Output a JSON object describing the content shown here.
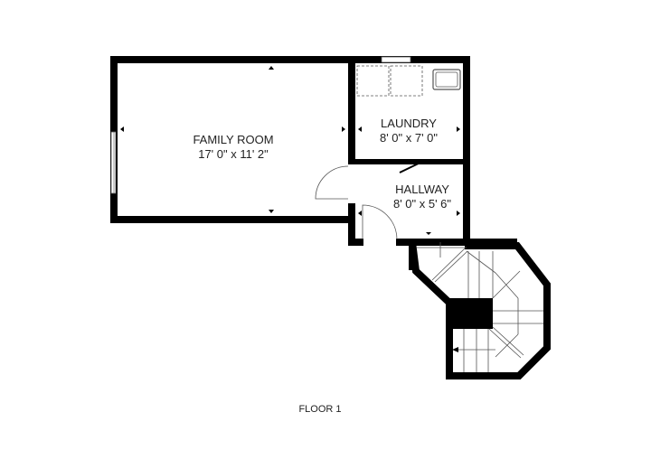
{
  "floorplan": {
    "floor_label": "FLOOR 1",
    "rooms": [
      {
        "name": "FAMILY ROOM",
        "dimensions": "17' 0\" x 11' 2\""
      },
      {
        "name": "LAUNDRY",
        "dimensions": "8' 0\" x 7' 0\""
      },
      {
        "name": "HALLWAY",
        "dimensions": "8' 0\" x 5' 6\""
      }
    ],
    "colors": {
      "wall": "#000000",
      "line": "#555555",
      "background": "#ffffff"
    }
  }
}
